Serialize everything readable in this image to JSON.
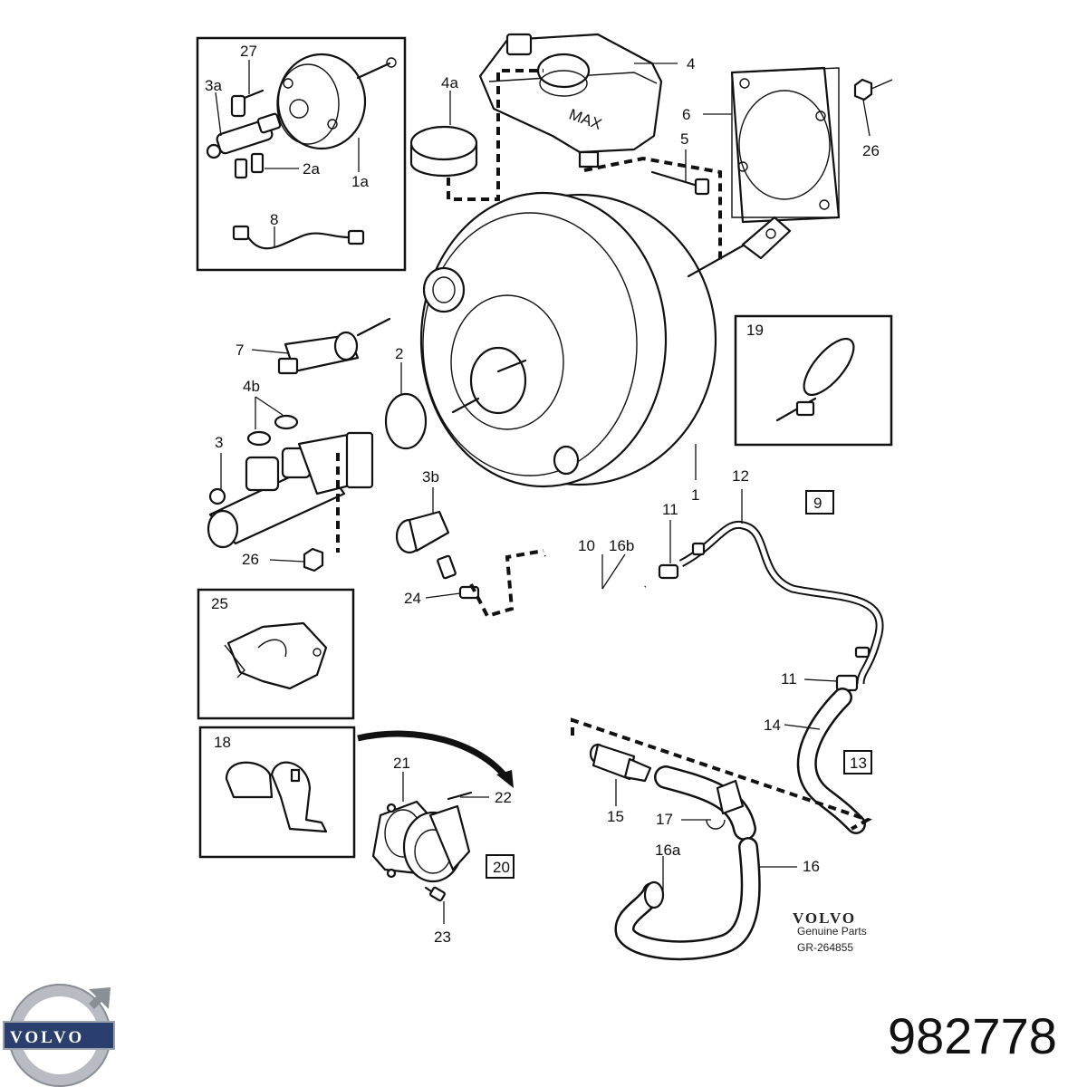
{
  "callouts": {
    "c1": "1",
    "c1a": "1a",
    "c2": "2",
    "c2a": "2a",
    "c3": "3",
    "c3a": "3a",
    "c3b": "3b",
    "c4": "4",
    "c4a": "4a",
    "c4b": "4b",
    "c5": "5",
    "c6": "6",
    "c7": "7",
    "c8": "8",
    "c9": "9",
    "c10": "10",
    "c11a": "11",
    "c11b": "11",
    "c12": "12",
    "c13": "13",
    "c14": "14",
    "c15": "15",
    "c16": "16",
    "c16a": "16a",
    "c16b": "16b",
    "c17": "17",
    "c18": "18",
    "c19": "19",
    "c20": "20",
    "c21": "21",
    "c22": "22",
    "c23": "23",
    "c24": "24",
    "c25": "25",
    "c26a": "26",
    "c26b": "26",
    "c27": "27"
  },
  "reservoir_marking": "MAX",
  "brand": {
    "name": "VOLVO",
    "subtitle": "Genuine Parts",
    "diagram_code": "GR-264855"
  },
  "logo": {
    "word": "VOLVO"
  },
  "part_number": "982778",
  "colors": {
    "line": "#111111",
    "logo_silver": "#b8bcc2",
    "logo_blue": "#2b3f6e"
  }
}
